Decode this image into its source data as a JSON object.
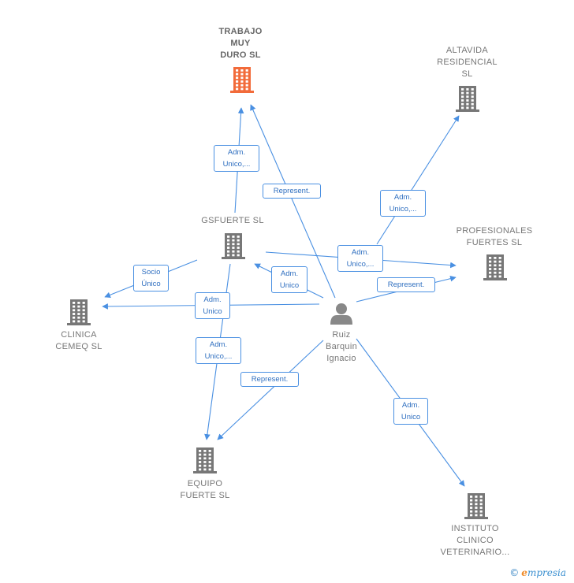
{
  "colors": {
    "edge": "#4a90e2",
    "company": "#777777",
    "company_highlight": "#f26b3a",
    "person": "#888888"
  },
  "nodes": {
    "trabajo": {
      "label": "TRABAJO\nMUY\nDURO  SL",
      "icon": "building-icon",
      "highlight": true
    },
    "altavida": {
      "label": "ALTAVIDA\nRESIDENCIAL\nSL",
      "icon": "building-icon"
    },
    "gsfuerte": {
      "label": "GSFUERTE  SL",
      "icon": "building-icon"
    },
    "profesionales": {
      "label": "PROFESIONALES\nFUERTES  SL",
      "icon": "building-icon"
    },
    "clinica": {
      "label": "CLINICA\nCEMEQ  SL",
      "icon": "building-icon"
    },
    "person": {
      "label": "Ruiz\nBarquin\nIgnacio",
      "icon": "person-icon"
    },
    "equipo": {
      "label": "EQUIPO\nFUERTE  SL",
      "icon": "building-icon"
    },
    "instituto": {
      "label": "INSTITUTO\nCLINICO\nVETERINARIO...",
      "icon": "building-icon"
    }
  },
  "edges": [
    {
      "id": "gs-trabajo",
      "label": "Adm.\nUnico,..."
    },
    {
      "id": "person-trabajo",
      "label": "Represent."
    },
    {
      "id": "person-altavida",
      "label": "Adm.\nUnico,..."
    },
    {
      "id": "person-profesionales-adm",
      "label": "Adm.\nUnico,..."
    },
    {
      "id": "person-profesionales-rep",
      "label": "Represent."
    },
    {
      "id": "gs-clinica",
      "label": "Socio\nÚnico"
    },
    {
      "id": "person-gs",
      "label": "Adm.\nUnico"
    },
    {
      "id": "person-clinica",
      "label": "Adm.\nUnico"
    },
    {
      "id": "gs-equipo",
      "label": "Adm.\nUnico,..."
    },
    {
      "id": "person-equipo",
      "label": "Represent."
    },
    {
      "id": "person-instituto",
      "label": "Adm.\nUnico"
    }
  ],
  "brand": {
    "copyright": "©",
    "e": "e",
    "name": "mpresia"
  }
}
